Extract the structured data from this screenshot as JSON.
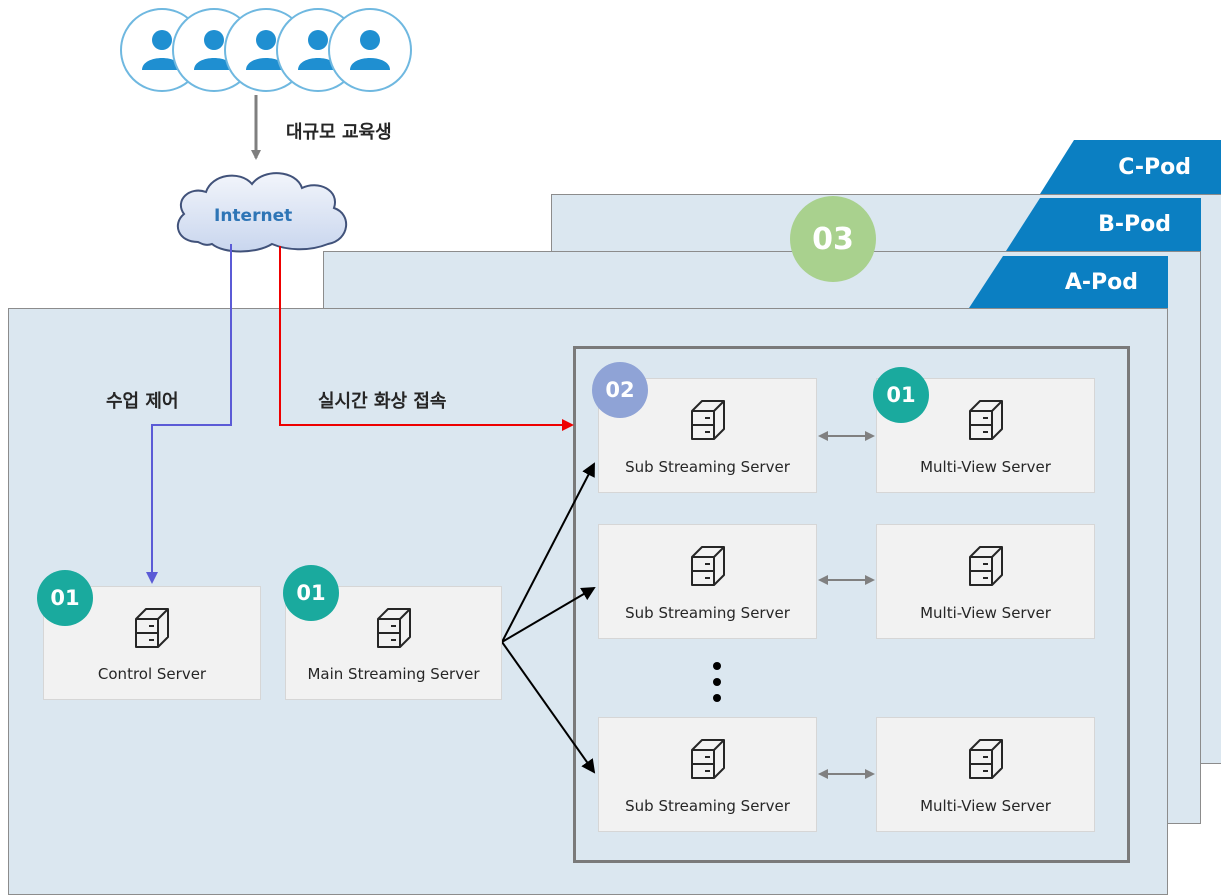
{
  "users": {
    "label": "대규모 교육생",
    "icons": [
      "user-icon",
      "user-icon",
      "user-icon",
      "user-icon",
      "user-icon"
    ]
  },
  "cloud": {
    "label": "Internet"
  },
  "pods": [
    {
      "name": "C-Pod"
    },
    {
      "name": "B-Pod"
    },
    {
      "name": "A-Pod"
    }
  ],
  "badges": {
    "pod_count": "03",
    "sub_group": "02",
    "multi_view": "01",
    "control": "01",
    "main_streaming": "01"
  },
  "flows": {
    "control": "수업 제어",
    "realtime": "실시간 화상 접속"
  },
  "servers": {
    "control": "Control Server",
    "main_streaming": "Main Streaming Server",
    "sub_streaming": [
      "Sub Streaming Server",
      "Sub Streaming Server",
      "Sub Streaming Server"
    ],
    "multi_view": [
      "Multi-View Server",
      "Multi-View Server",
      "Multi-View Server"
    ]
  },
  "colors": {
    "pod_tab": "#0b7fc2",
    "pod_bg": "#dbe7f0",
    "badge_teal": "#1aaa9e",
    "badge_purple": "#8fa3d6",
    "badge_green": "#a9d18e",
    "control_line": "#5b5bd6",
    "realtime_line": "#ee0000"
  }
}
